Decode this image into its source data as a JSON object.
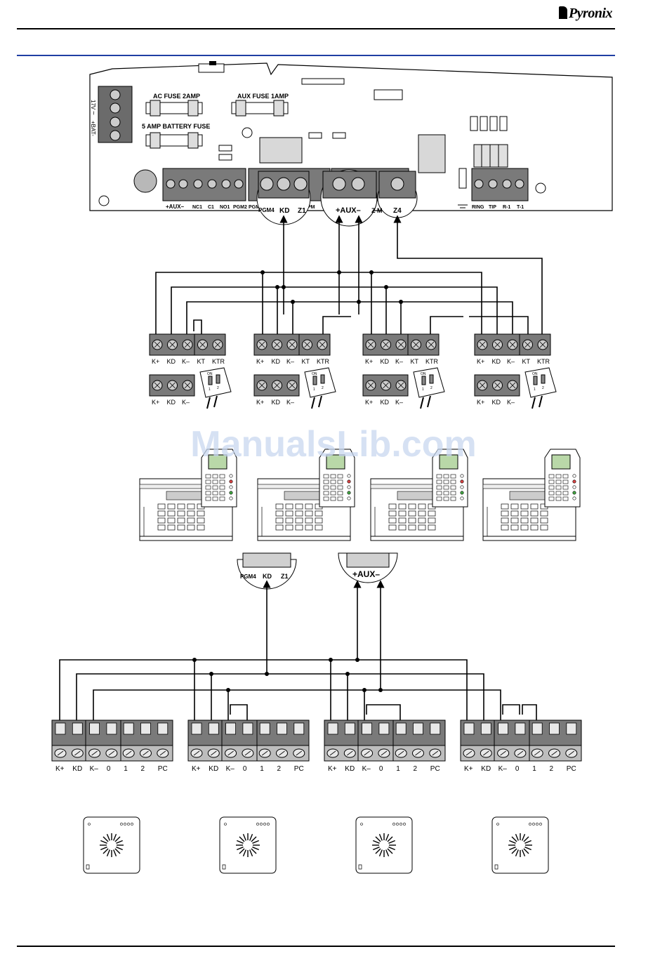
{
  "header": {
    "brand": "Pyronix"
  },
  "watermark": "ManualsLib.com",
  "pcb": {
    "left_labels": [
      "17V",
      "~",
      "+BAT-"
    ],
    "fuse_labels": [
      "AC FUSE 2AMP",
      "AUX FUSE 1AMP",
      "5  AMP BATTERY FUSE"
    ],
    "terminal_labels": [
      "+AUX–",
      "NC1",
      "C1",
      "NO1",
      "PGM2",
      "PGM",
      "PGM4",
      "KD",
      "Z1",
      "PM",
      "+AUX–",
      "Z",
      "M",
      "Z4",
      "RING",
      "TIP",
      "R-1",
      "T-1"
    ],
    "zoom_labels": [
      "PGM4",
      "KD",
      "Z1",
      "+AUX–",
      "Z",
      "M",
      "Z4"
    ]
  },
  "keypad_terminals": {
    "top_labels": [
      "K+",
      "KD",
      "K–",
      "KT",
      "KTR"
    ],
    "bottom_labels": [
      "K+",
      "KD",
      "K–"
    ],
    "dip_label": "ON",
    "dip_numbers": [
      "1",
      "2"
    ]
  },
  "aux_zoom": {
    "left_labels": [
      "PGM4",
      "KD",
      "Z1"
    ],
    "right_label": "+AUX–"
  },
  "expander_terminals": {
    "labels": [
      "K+",
      "KD",
      "K–",
      "0",
      "1",
      "2",
      "PC"
    ]
  }
}
